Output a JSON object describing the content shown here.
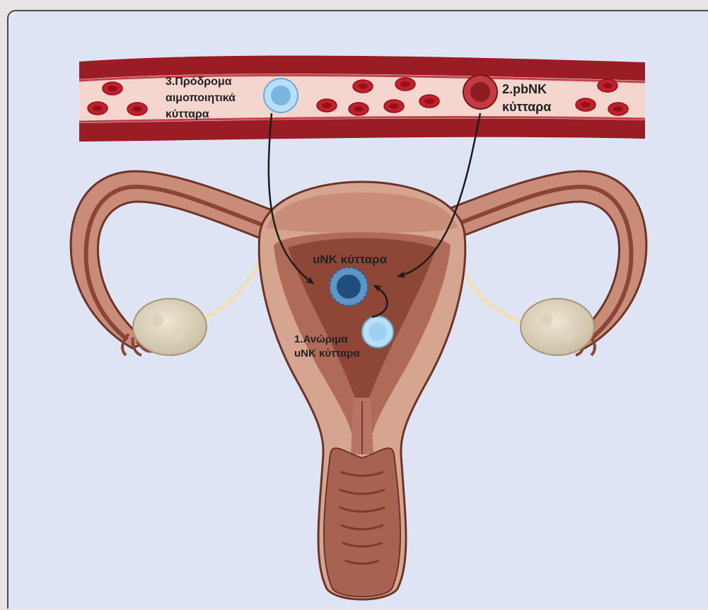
{
  "labels": {
    "precursors_line1": "3.Πρόδρομα",
    "precursors_line2": "αιμοποιητικά",
    "precursors_line3": "κύτταρα",
    "pbnk_line1": "2.pbNK",
    "pbnk_line2": "κύτταρα",
    "unk": "uNK κύτταρα",
    "immature_line1": "1.Ανώριμα",
    "immature_line2": "uNK κύτταρα"
  },
  "colors": {
    "background": "#dfe4f5",
    "vessel_wall": "#a8202a",
    "vessel_lumen": "#f3d3cd",
    "red_blood_cell": "#c8202e",
    "uterus_tissue": "#d49f8a",
    "uterus_muscle": "#a25b4c",
    "endometrium": "#8e4637",
    "ovary": "#e6dcc7",
    "precursor_cell": "#8fc7ea",
    "unk_cell": "#2d5f8e",
    "pbnk_cell": "#9e1f27"
  },
  "icons": [
    "blood-vessel",
    "red-blood-cell",
    "hematopoietic-precursor-cell",
    "pbnk-cell",
    "unk-cell",
    "immature-unk-cell",
    "uterus",
    "ovary",
    "migration-arrow"
  ]
}
